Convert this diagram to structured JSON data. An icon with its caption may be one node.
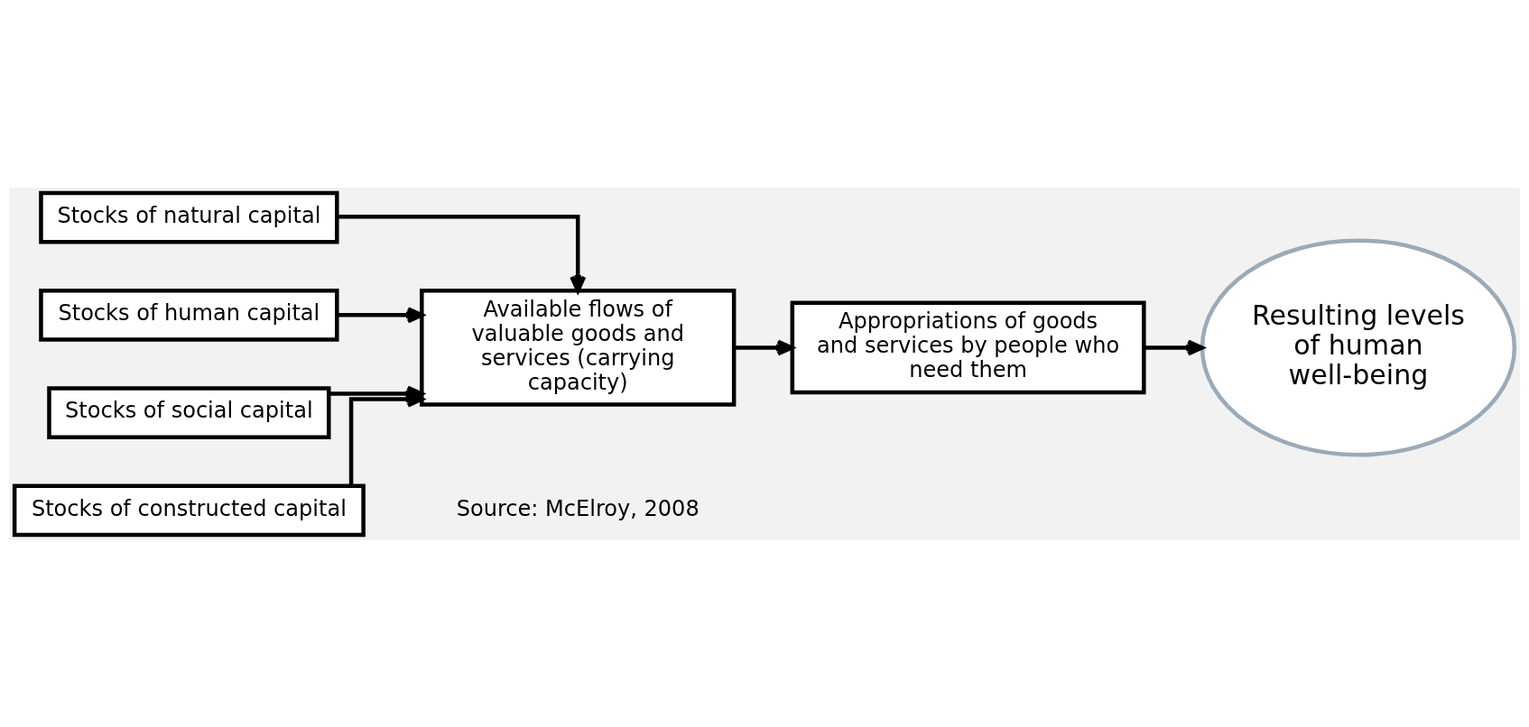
{
  "diagram": {
    "nodes": [
      {
        "text": [
          "Stocks of natural capital"
        ]
      },
      {
        "text": [
          "Stocks of human capital"
        ]
      },
      {
        "text": [
          "Stocks of social capital"
        ]
      },
      {
        "text": [
          "Stocks of constructed capital"
        ]
      },
      {
        "text": [
          "Available flows of valuable goods and services (carrying capacity)"
        ]
      },
      {
        "text": [
          "Appropriations of goods and services by people who need them"
        ]
      },
      {
        "text": [
          "Resulting levels of human well-being"
        ]
      }
    ],
    "edges": [
      {
        "from": 0,
        "to": 4,
        "arrow": "to"
      },
      {
        "from": 1,
        "to": 4,
        "arrow": "to"
      },
      {
        "from": 2,
        "to": 4,
        "arrow": "to"
      },
      {
        "from": 3,
        "to": 4,
        "arrow": "to"
      },
      {
        "from": 4,
        "to": 5,
        "arrow": "to"
      },
      {
        "from": 5,
        "to": 6,
        "arrow": "to"
      }
    ],
    "labels": [
      "Source: McElroy, 2008"
    ]
  }
}
